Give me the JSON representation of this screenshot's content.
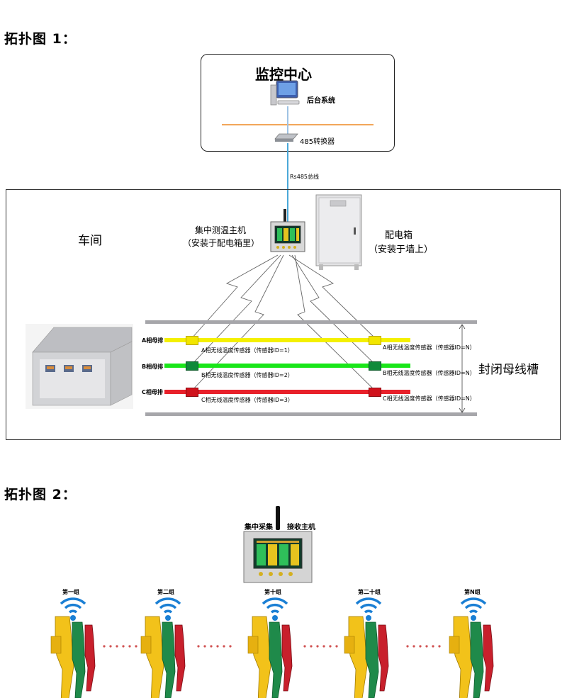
{
  "topology1": {
    "title": "拓扑图 1：",
    "monitoring_center": {
      "title": "监控中心",
      "backend_label": "后台系统",
      "converter_label": "485转换器"
    },
    "bus_label": "Rs485总线",
    "workshop": {
      "label": "车间",
      "host_label_line1": "集中测温主机",
      "host_label_line2": "（安装于配电箱里）",
      "cabinet_label_line1": "配电箱",
      "cabinet_label_line2": "（安装于墙上）",
      "busway_label": "封闭母线槽",
      "phases": [
        {
          "name": "A相母排",
          "color": "#f4f000",
          "sensor_color": "#f2e600",
          "sensor_1_label": "A相无线温度传感器（传感器ID=1）",
          "sensor_n_label": "A相无线温度传感器（传感器ID=N）"
        },
        {
          "name": "B相母排",
          "color": "#19e619",
          "sensor_color": "#0f8a3a",
          "sensor_1_label": "B相无线温度传感器（传感器ID=2）",
          "sensor_n_label": "B相无线温度传感器（传感器ID=N）"
        },
        {
          "name": "C相母排",
          "color": "#e8202a",
          "sensor_color": "#d0121c",
          "sensor_1_label": "C相无线温度传感器（传感器ID=3）",
          "sensor_n_label": "C相无线温度传感器（传感器ID=N）"
        }
      ]
    }
  },
  "topology2": {
    "title": "拓扑图 2：",
    "receiver_label_left": "集中采集",
    "receiver_label_right": "接收主机",
    "groups": [
      "第一组",
      "第二组",
      "第十组",
      "第二十组",
      "第N组"
    ]
  },
  "colors": {
    "line_orange": "#f2a65a",
    "bus_blue": "#4aa8d8",
    "wifi_blue": "#1a7fd4",
    "clip_yellow": "#f2c21a",
    "clip_green": "#1f8a4a",
    "clip_red": "#c8202c",
    "dots_red": "#d05050"
  }
}
